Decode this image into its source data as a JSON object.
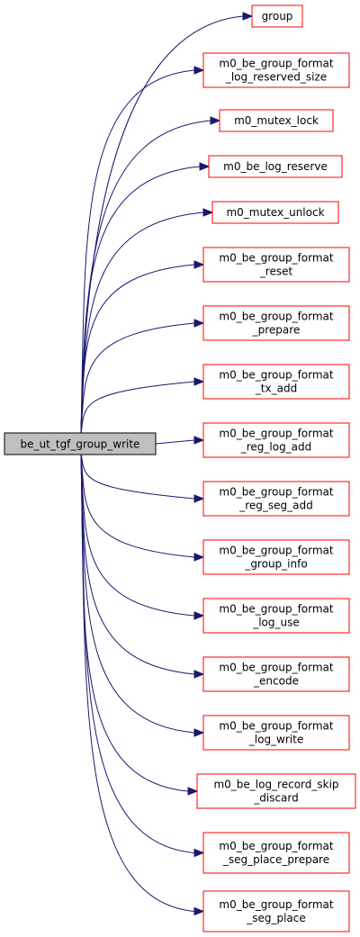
{
  "root": {
    "label": "be_ut_tgf_group_write"
  },
  "callees": [
    {
      "lines": [
        "group"
      ]
    },
    {
      "lines": [
        "m0_be_group_format",
        "_log_reserved_size"
      ]
    },
    {
      "lines": [
        "m0_mutex_lock"
      ]
    },
    {
      "lines": [
        "m0_be_log_reserve"
      ]
    },
    {
      "lines": [
        "m0_mutex_unlock"
      ]
    },
    {
      "lines": [
        "m0_be_group_format",
        "_reset"
      ]
    },
    {
      "lines": [
        "m0_be_group_format",
        "_prepare"
      ]
    },
    {
      "lines": [
        "m0_be_group_format",
        "_tx_add"
      ]
    },
    {
      "lines": [
        "m0_be_group_format",
        "_reg_log_add"
      ]
    },
    {
      "lines": [
        "m0_be_group_format",
        "_reg_seg_add"
      ]
    },
    {
      "lines": [
        "m0_be_group_format",
        "_group_info"
      ]
    },
    {
      "lines": [
        "m0_be_group_format",
        "_log_use"
      ]
    },
    {
      "lines": [
        "m0_be_group_format",
        "_encode"
      ]
    },
    {
      "lines": [
        "m0_be_group_format",
        "_log_write"
      ]
    },
    {
      "lines": [
        "m0_be_log_record_skip",
        "_discard"
      ]
    },
    {
      "lines": [
        "m0_be_group_format",
        "_seg_place_prepare"
      ]
    },
    {
      "lines": [
        "m0_be_group_format",
        "_seg_place"
      ]
    }
  ],
  "colors": {
    "edge": "#191970",
    "callee_border": "#ff0000",
    "root_fill": "#bfbfbf"
  }
}
